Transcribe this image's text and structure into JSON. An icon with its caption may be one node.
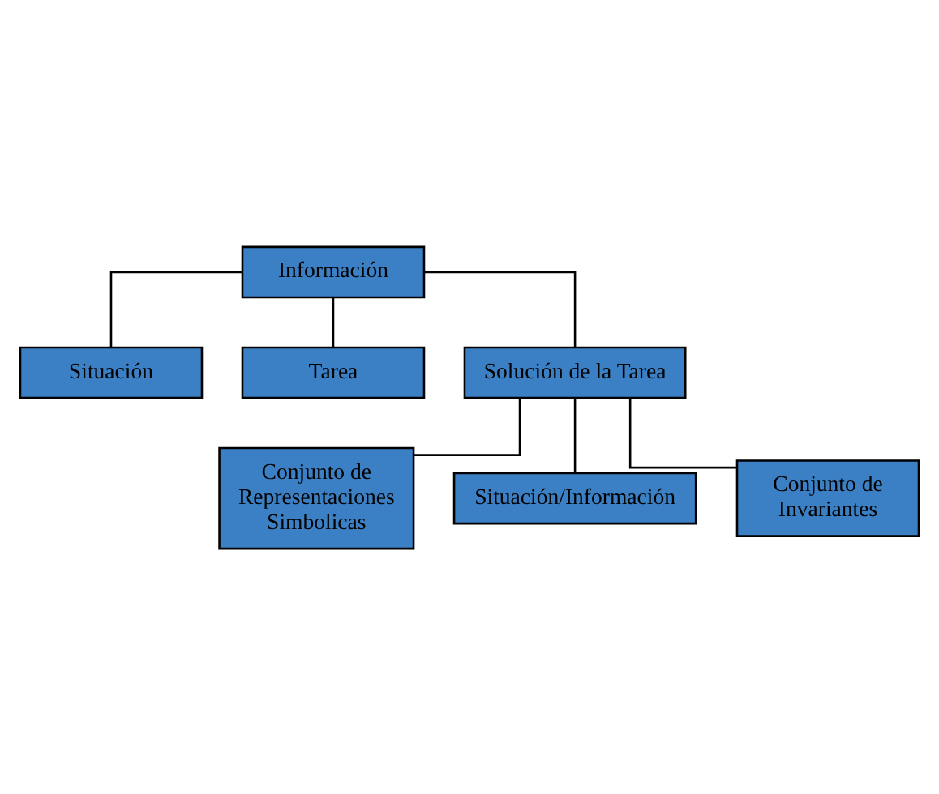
{
  "diagram": {
    "nodes": [
      {
        "text": [
          "Información"
        ]
      },
      {
        "text": [
          "Situación"
        ]
      },
      {
        "text": [
          "Tarea"
        ]
      },
      {
        "text": [
          "Solución de la Tarea"
        ]
      },
      {
        "text": [
          "Conjunto de Representaciones Simbolicas"
        ]
      },
      {
        "text": [
          "Situación/Información"
        ]
      },
      {
        "text": [
          "Conjunto de Invariantes"
        ]
      }
    ],
    "edges": [
      {
        "from": 0,
        "to": 1,
        "arrow": "none"
      },
      {
        "from": 0,
        "to": 2,
        "arrow": "none"
      },
      {
        "from": 0,
        "to": 3,
        "arrow": "none"
      },
      {
        "from": 3,
        "to": 4,
        "arrow": "none"
      },
      {
        "from": 3,
        "to": 5,
        "arrow": "none"
      },
      {
        "from": 3,
        "to": 6,
        "arrow": "none"
      }
    ]
  }
}
